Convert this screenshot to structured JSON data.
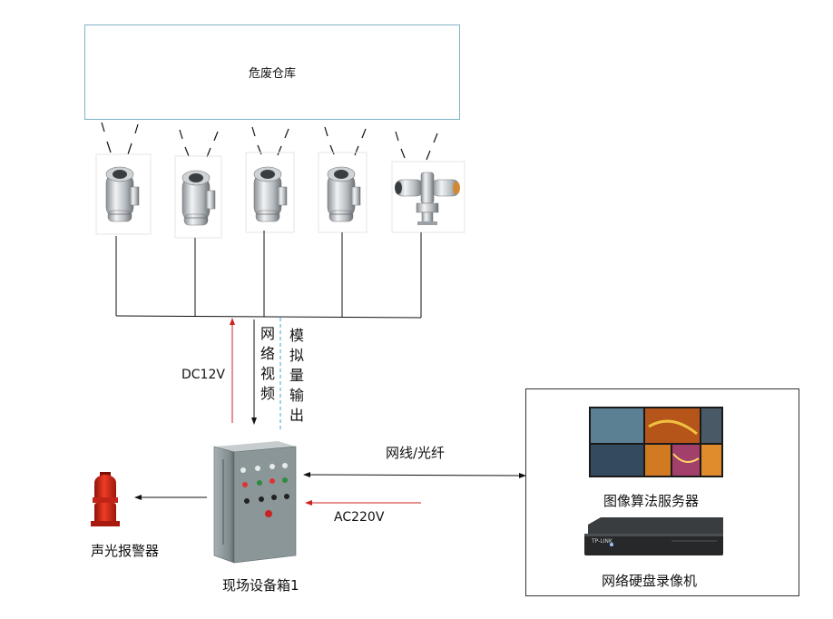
{
  "warehouse": {
    "label": "危废仓库"
  },
  "labels": {
    "dc12v": "DC12V",
    "network_video": "网络视频",
    "analog_output": "模拟量输出",
    "network_fiber": "网线/光纤",
    "ac220v": "AC220V",
    "alarm": "声光报警器",
    "control_box": "现场设备箱1",
    "image_server": "图像算法服务器",
    "nvr": "网络硬盘录像机",
    "nvr_brand": "TP-LINK"
  },
  "cameras": [
    {
      "type": "bullet-camera"
    },
    {
      "type": "bullet-camera"
    },
    {
      "type": "bullet-camera"
    },
    {
      "type": "bullet-camera"
    },
    {
      "type": "ptz-camera"
    }
  ],
  "colors": {
    "power_line": "#cc2222",
    "analog_line": "#3aa6d6",
    "warehouse_border": "#7fb3c6",
    "cabinet": "#7d8a8c",
    "alarm": "#d42a1a"
  }
}
